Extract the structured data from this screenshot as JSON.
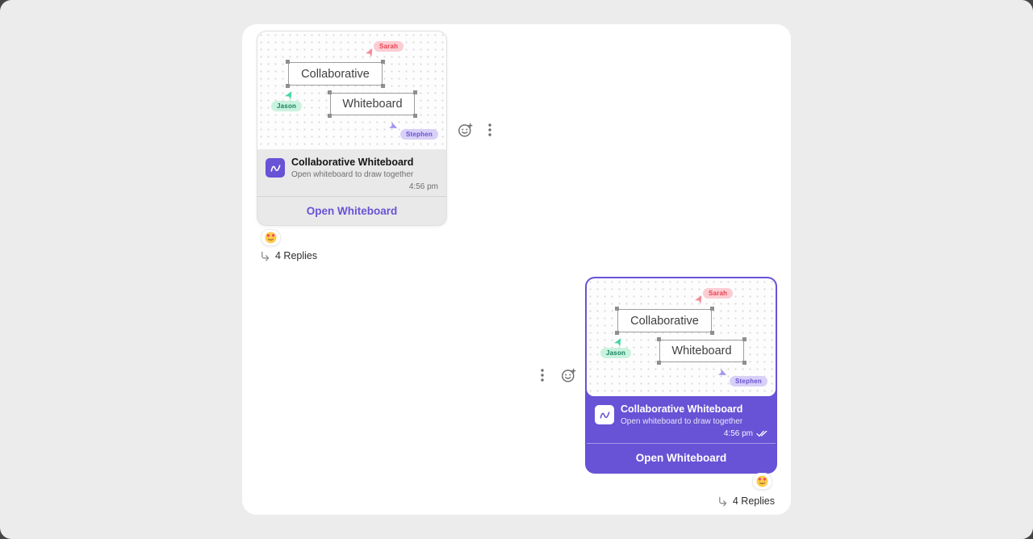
{
  "theme": {
    "accent": "#6852D6",
    "page_bg": "#ececec",
    "panel_bg": "#ffffff"
  },
  "whiteboard": {
    "box1": "Collaborative",
    "box2": "Whiteboard",
    "cursors": [
      {
        "name": "Sarah",
        "pill_bg": "#FBCCD2",
        "text_color": "#E8414F",
        "arrow_color": "#F58A98"
      },
      {
        "name": "Jason",
        "pill_bg": "#C9F2DF",
        "text_color": "#13805C",
        "arrow_color": "#47D6A0"
      },
      {
        "name": "Stephen",
        "pill_bg": "#D9D0F8",
        "text_color": "#6552D0",
        "arrow_color": "#A393EF"
      }
    ]
  },
  "incoming": {
    "title": "Collaborative Whiteboard",
    "subtitle": "Open whiteboard to draw together",
    "time": "4:56 pm",
    "button": "Open Whiteboard",
    "reaction_emoji": "😍",
    "replies": "4 Replies"
  },
  "outgoing": {
    "title": "Collaborative Whiteboard",
    "subtitle": "Open whiteboard to draw together",
    "time": "4:56 pm",
    "read_receipt": "double-check",
    "button": "Open Whiteboard",
    "reaction_emoji": "😍",
    "replies": "4 Replies"
  }
}
